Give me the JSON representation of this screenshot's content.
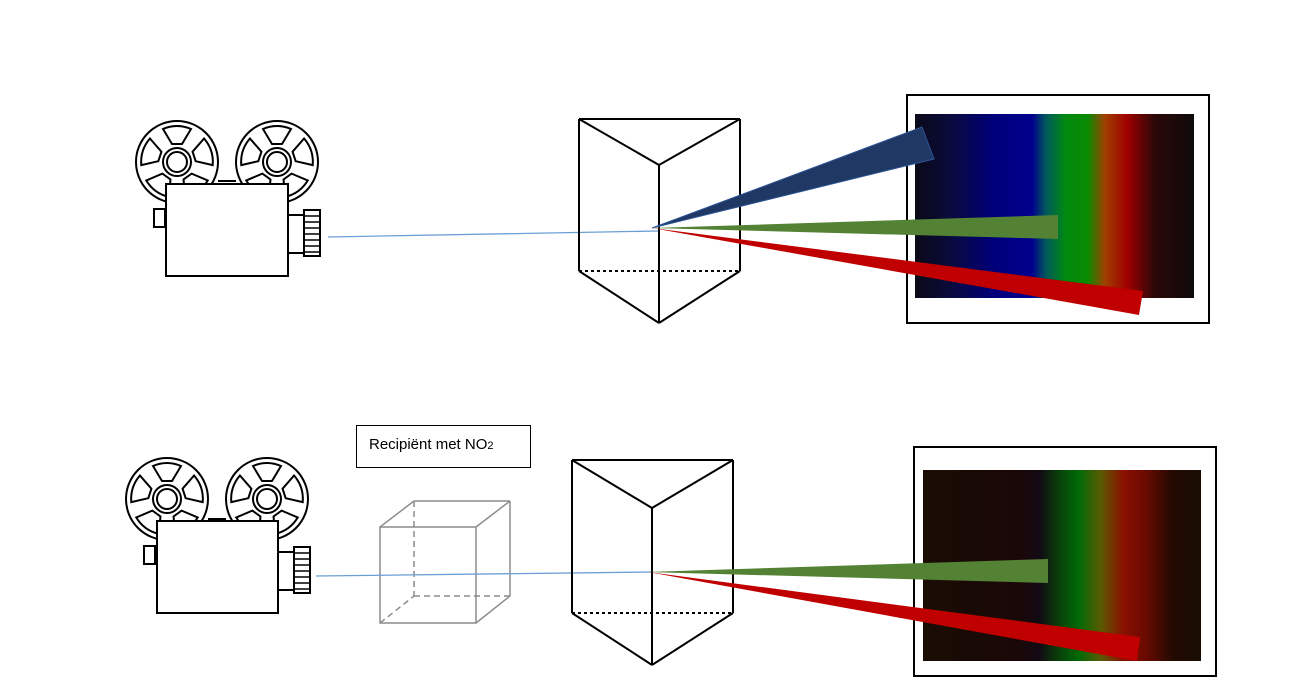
{
  "diagram": {
    "title": "Light dispersion through a prism, with and without NO2 container",
    "panels": [
      {
        "id": "top",
        "description": "Light source -> prism -> full spectrum",
        "source": "film-camera-icon",
        "beams": [
          "blue",
          "green",
          "red"
        ],
        "spectrum": {
          "bands": [
            "dark",
            "blue",
            "green",
            "orange",
            "red",
            "dark"
          ]
        }
      },
      {
        "id": "bottom",
        "description": "Light source -> container with NO2 -> prism -> spectrum with blue absorbed",
        "source": "film-camera-icon",
        "container_label_main": "Recipiënt met NO",
        "container_label_sub": "2",
        "beams": [
          "green",
          "red"
        ],
        "spectrum": {
          "bands": [
            "dark",
            "green",
            "orange",
            "red",
            "dark"
          ]
        }
      }
    ],
    "colors": {
      "incident_ray": "#6a9fd4",
      "beam_blue": "#1f3864",
      "beam_green": "#548235",
      "beam_red": "#c00000",
      "outline": "#000000",
      "container_outline": "#8c8c8c"
    }
  }
}
